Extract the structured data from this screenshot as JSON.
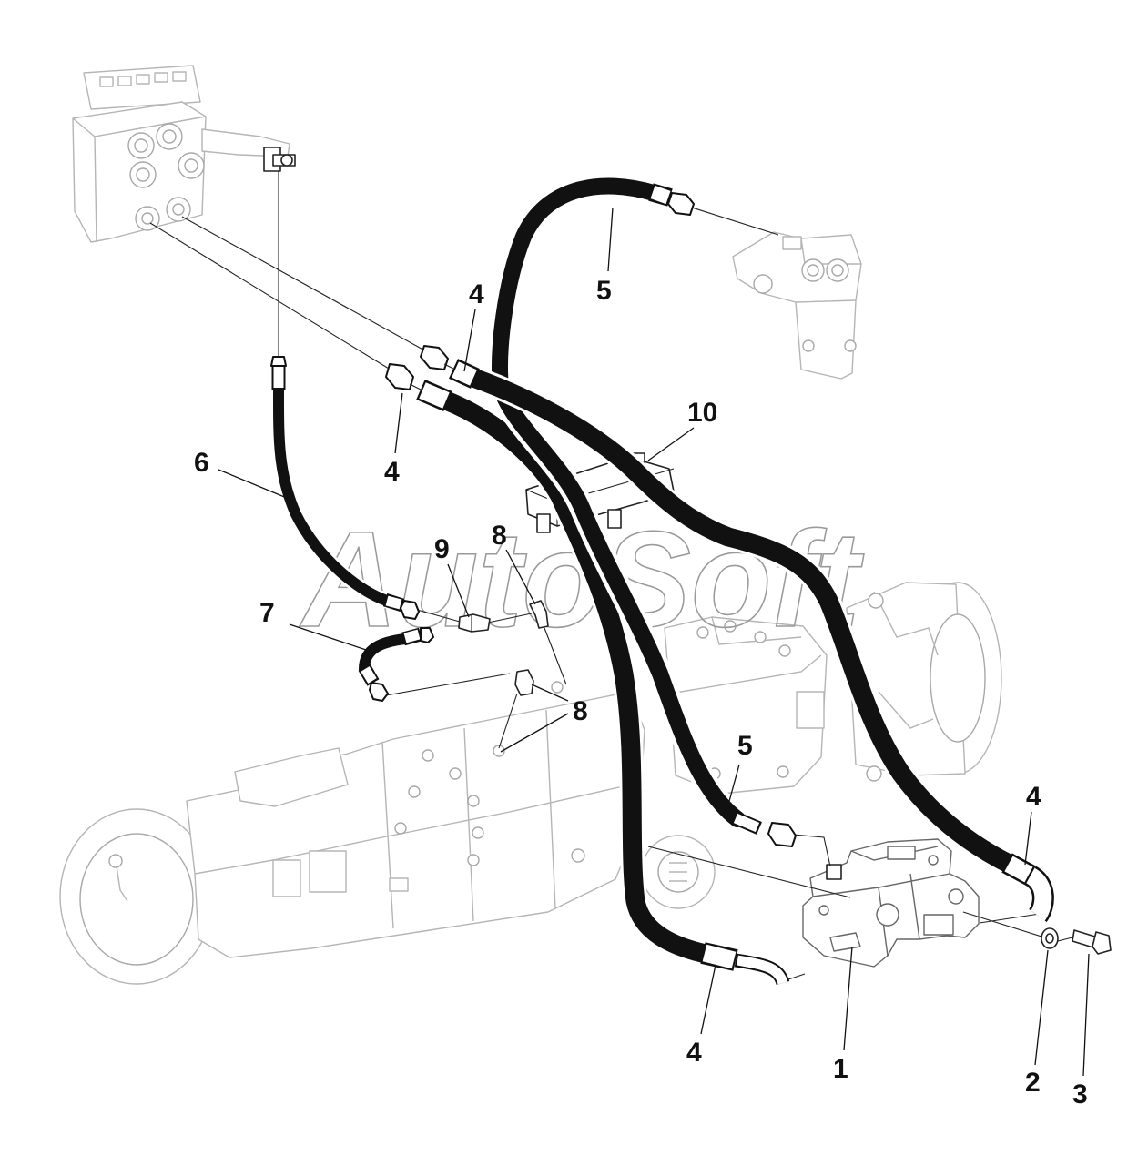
{
  "diagram": {
    "watermark": "AutoSoft",
    "callouts": [
      "4",
      "5",
      "10",
      "6",
      "4",
      "9",
      "8",
      "7",
      "8",
      "5",
      "4",
      "4",
      "1",
      "2",
      "3"
    ]
  }
}
